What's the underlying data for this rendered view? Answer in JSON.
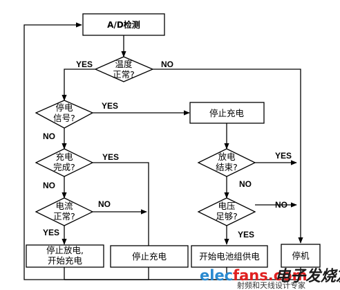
{
  "nodes": {
    "ad_detect": "A/D检测",
    "temp_l1": "温度",
    "temp_l2": "正常?",
    "outage_l1": "停电",
    "outage_l2": "信号?",
    "stop_charge_top": "停止充电",
    "charge_done_l1": "充电",
    "charge_done_l2": "完成?",
    "discharge_end_l1": "放电",
    "discharge_end_l2": "结束?",
    "current_l1": "电流",
    "current_l2": "正常?",
    "voltage_l1": "电压",
    "voltage_l2": "足够?",
    "stop_discharge_l1": "停止放电,",
    "stop_discharge_l2": "开始充电",
    "stop_charge_bottom": "停止充电",
    "start_battery": "开始电池组供电",
    "shutdown": "停机"
  },
  "labels": {
    "yes": "YES",
    "no": "NO"
  },
  "watermark": {
    "site": "elecfans.com",
    "cn_name": "电子发烧友",
    "slogan": "射频和天线设计专家"
  }
}
